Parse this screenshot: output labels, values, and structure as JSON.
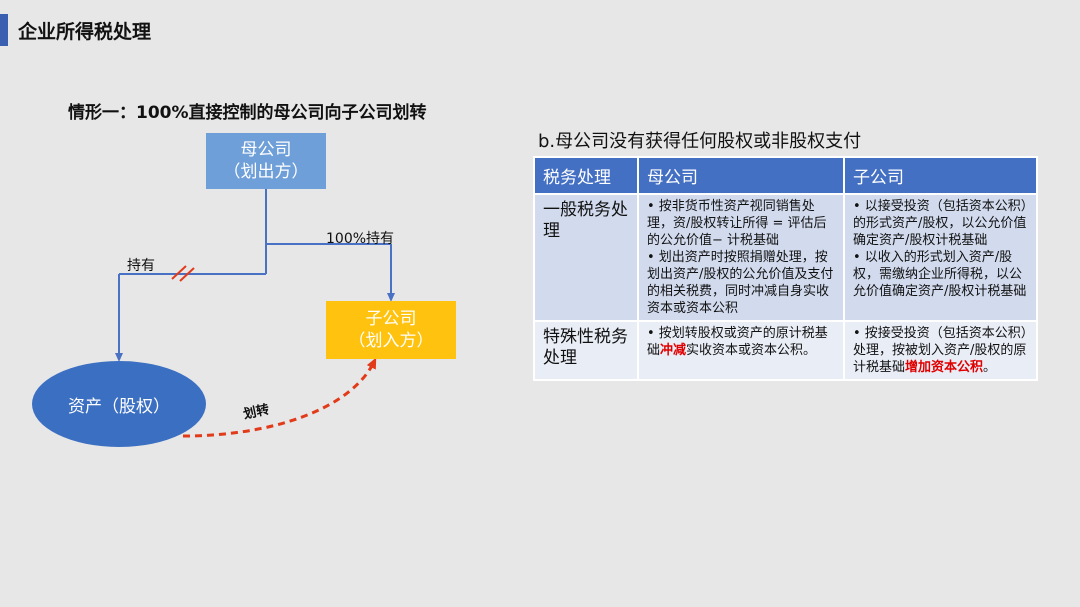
{
  "header": {
    "title": "企业所得税处理"
  },
  "scenario": {
    "title": "情形一：100%直接控制的母公司向子公司划转"
  },
  "diagram": {
    "parent_line1": "母公司",
    "parent_line2": "（划出方）",
    "child_line1": "子公司",
    "child_line2": "（划入方）",
    "asset": "资产（股权）",
    "label_hold100": "100%持有",
    "label_hold": "持有",
    "label_transfer": "划转"
  },
  "section": {
    "title": "b.母公司没有获得任何股权或非股权支付"
  },
  "table": {
    "headers": [
      "税务处理",
      "母公司",
      "子公司"
    ],
    "rows": [
      {
        "label": "一般税务处理",
        "parent": [
          "• 按非货币性资产视同销售处理，资/股权转让所得 = 评估后的公允价值− 计税基础",
          "• 划出资产时按照捐赠处理，按划出资产/股权的公允价值及支付的相关税费，同时冲减自身实收资本或资本公积"
        ],
        "child": [
          "• 以接受投资（包括资本公积）的形式资产/股权，以公允价值确定资产/股权计税基础",
          "• 以收入的形式划入资产/股权，需缴纳企业所得税，以公允价值确定资产/股权计税基础"
        ]
      },
      {
        "label": "特殊性税务处理",
        "parent_pre": "• 按划转股权或资产的原计税基础",
        "parent_red": "冲减",
        "parent_post": "实收资本或资本公积。",
        "child_pre": "•  按接受投资（包括资本公积）处理，按被划入资产/股权的原计税基础",
        "child_red": "增加资本公积",
        "child_post": "。"
      }
    ]
  },
  "colors": {
    "accent": "#3a5fb0",
    "parent_box": "#6e9fd8",
    "child_box": "#ffc20e",
    "asset_ellipse": "#3b6fc2",
    "table_header": "#4470c4",
    "highlight": "#e00000",
    "transfer_arrow": "#e23b1a"
  }
}
